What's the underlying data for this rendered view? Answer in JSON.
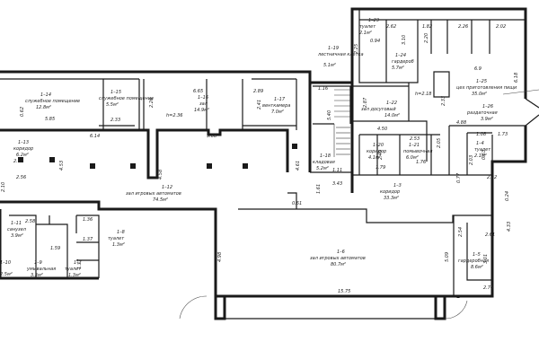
{
  "rooms": [
    {
      "id": "1-23",
      "n": "1–23",
      "name": "туалет",
      "area": "2.1м²"
    },
    {
      "id": "1-24",
      "n": "1–24",
      "name": "гардероб",
      "area": "5.7м²"
    },
    {
      "id": "1-25",
      "n": "1–25",
      "name": "цех приготовления пищи",
      "area": "35.0м²"
    },
    {
      "id": "1-19",
      "n": "1–19",
      "name": "лестничная клетка",
      "area": "5.1м²"
    },
    {
      "id": "1-14",
      "n": "1–14",
      "name": "служебное помещение",
      "area": "12.8м²"
    },
    {
      "id": "1-15",
      "n": "1–15",
      "name": "служебное помещение",
      "area": "5.5м²"
    },
    {
      "id": "1-16",
      "n": "1–16",
      "name": "зал",
      "area": "14.9м²"
    },
    {
      "id": "1-17",
      "n": "1–17",
      "name": "венткамера",
      "area": "7.0м²"
    },
    {
      "id": "1-22",
      "n": "1–22",
      "name": "зал досуговый",
      "area": "14.0м²"
    },
    {
      "id": "1-26",
      "n": "1–26",
      "name": "раздаточная",
      "area": "3.9м²"
    },
    {
      "id": "1-13",
      "n": "1–13",
      "name": "коридор",
      "area": "6.2м²"
    },
    {
      "id": "1-20",
      "n": "1–20",
      "name": "коридор",
      "area": "4.1м²"
    },
    {
      "id": "1-21",
      "n": "1–21",
      "name": "помывочная",
      "area": "6.0м²"
    },
    {
      "id": "1-18",
      "n": "1–18",
      "name": "кладовая",
      "area": "5.2м²"
    },
    {
      "id": "1-12",
      "n": "1–12",
      "name": "зал игровых автоматов",
      "area": "74.5м²"
    },
    {
      "id": "1-3",
      "n": "1–3",
      "name": "коридор",
      "area": "33.3м²"
    },
    {
      "id": "1-11",
      "n": "1–11",
      "name": "санузел",
      "area": "3.9м²"
    },
    {
      "id": "1-8",
      "n": "1–8",
      "name": "туалет",
      "area": "1.3м²"
    },
    {
      "id": "1-6",
      "n": "1–6",
      "name": "зал игровых автоматов",
      "area": "80.7м²"
    },
    {
      "id": "1-9",
      "n": "1–9",
      "name": "умывальная",
      "area": "3.3м²"
    },
    {
      "id": "1-7",
      "n": "1–7",
      "name": "туалет",
      "area": "1.3м²"
    },
    {
      "id": "1-5",
      "n": "1–5",
      "name": "гардеробная",
      "area": "8.6м²"
    },
    {
      "id": "1-4",
      "n": "1–4",
      "name": "туалет",
      "area": "2.1м²"
    }
  ],
  "height_note": "h=2.36",
  "height_note_2": "h=2.18",
  "partial_marks": [
    "1–10",
    "2.5м²"
  ],
  "dims": {
    "d_0_94": "0.94",
    "d_2_62": "2.62",
    "d_1_82": "1.82",
    "d_2_26": "2.26",
    "d_2_02": "2.02",
    "d_6_9": "6.9",
    "d_3_10": "3.10",
    "d_2_20": "2.20",
    "d_6_18": "6.18",
    "d_2_25": "2.25",
    "d_1_16": "1.16",
    "d_5_40": "5.40",
    "d_2_89": "2.89",
    "d_6_65": "6.65",
    "d_2_41": "2.41",
    "d_2_26b": "2.26",
    "d_0_62": "0.62",
    "d_5_85": "5.85",
    "d_2_33": "2.33",
    "d_4_50": "4.50",
    "d_2_87": "2.87",
    "d_4_88": "4.88",
    "d_2_33b": "2.33",
    "d_1_08": "1.08",
    "d_1_73": "1.73",
    "d_6_14": "6.14",
    "d_9_08": "9.08",
    "d_2_53": "2.53",
    "d_2_05": "2.05",
    "d_2_49": "2.49",
    "d_2_63": "2.63",
    "d_4_53": "4.53",
    "d_4_61": "4.61",
    "d_1_79": "1.79",
    "d_1_76": "1.76",
    "d_2_03": "2.03",
    "d_0_63": "0.63",
    "d_2_56": "2.56",
    "d_4_58": "4.58",
    "d_1_11": "1.11",
    "d_0_77": "0.77",
    "d_2_22": "2.22",
    "d_3_43": "3.43",
    "d_2_10": "2.10",
    "d_1_61": "1.61",
    "d_0_24": "0.24",
    "d_0_61": "0.61",
    "d_2_58": "2.58",
    "d_1_36": "1.36",
    "d_4_33": "4.33",
    "d_1_37": "1.37",
    "d_2_61": "2.61",
    "d_1_59": "1.59",
    "d_4_98": "4.98",
    "d_5_09": "5.09",
    "d_2_54": "2.54",
    "d_3_01": "3.01",
    "d_2_74": "2.74",
    "d_15_75": "15.75",
    "d_1_37b": "1.37"
  }
}
